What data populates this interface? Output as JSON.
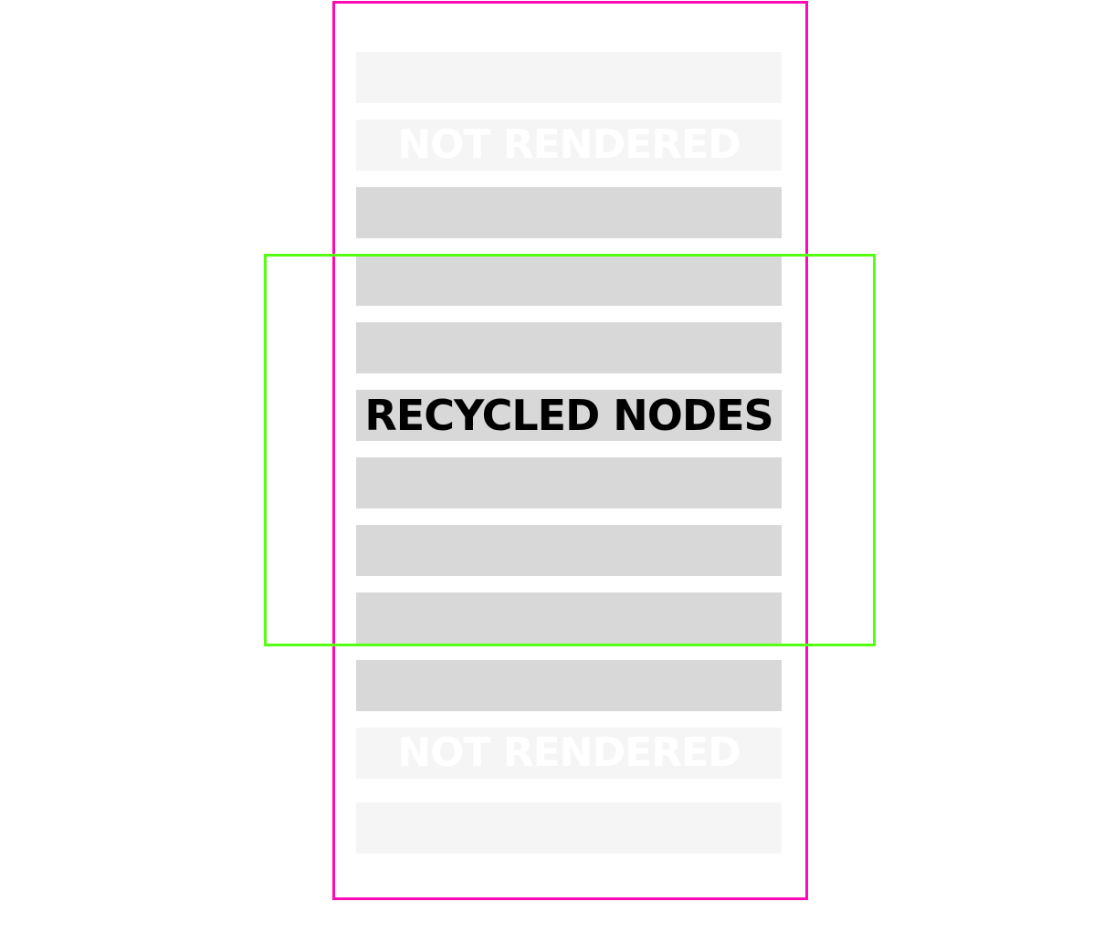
{
  "diagram": {
    "colors": {
      "container_border": "#ff0ab4",
      "viewport_border": "#55ff11",
      "row_offscreen": "#f5f5f5",
      "row_recycled": "#d8d8d8"
    },
    "rows": [
      {
        "state": "offscreen"
      },
      {
        "state": "offscreen"
      },
      {
        "state": "recycled"
      },
      {
        "state": "recycled"
      },
      {
        "state": "recycled"
      },
      {
        "state": "recycled"
      },
      {
        "state": "recycled"
      },
      {
        "state": "recycled"
      },
      {
        "state": "recycled"
      },
      {
        "state": "recycled"
      },
      {
        "state": "offscreen"
      },
      {
        "state": "offscreen"
      }
    ],
    "labels": {
      "not_rendered_top": "NOT RENDERED",
      "recycled_nodes": "RECYCLED NODES",
      "not_rendered_bottom": "NOT RENDERED"
    }
  }
}
